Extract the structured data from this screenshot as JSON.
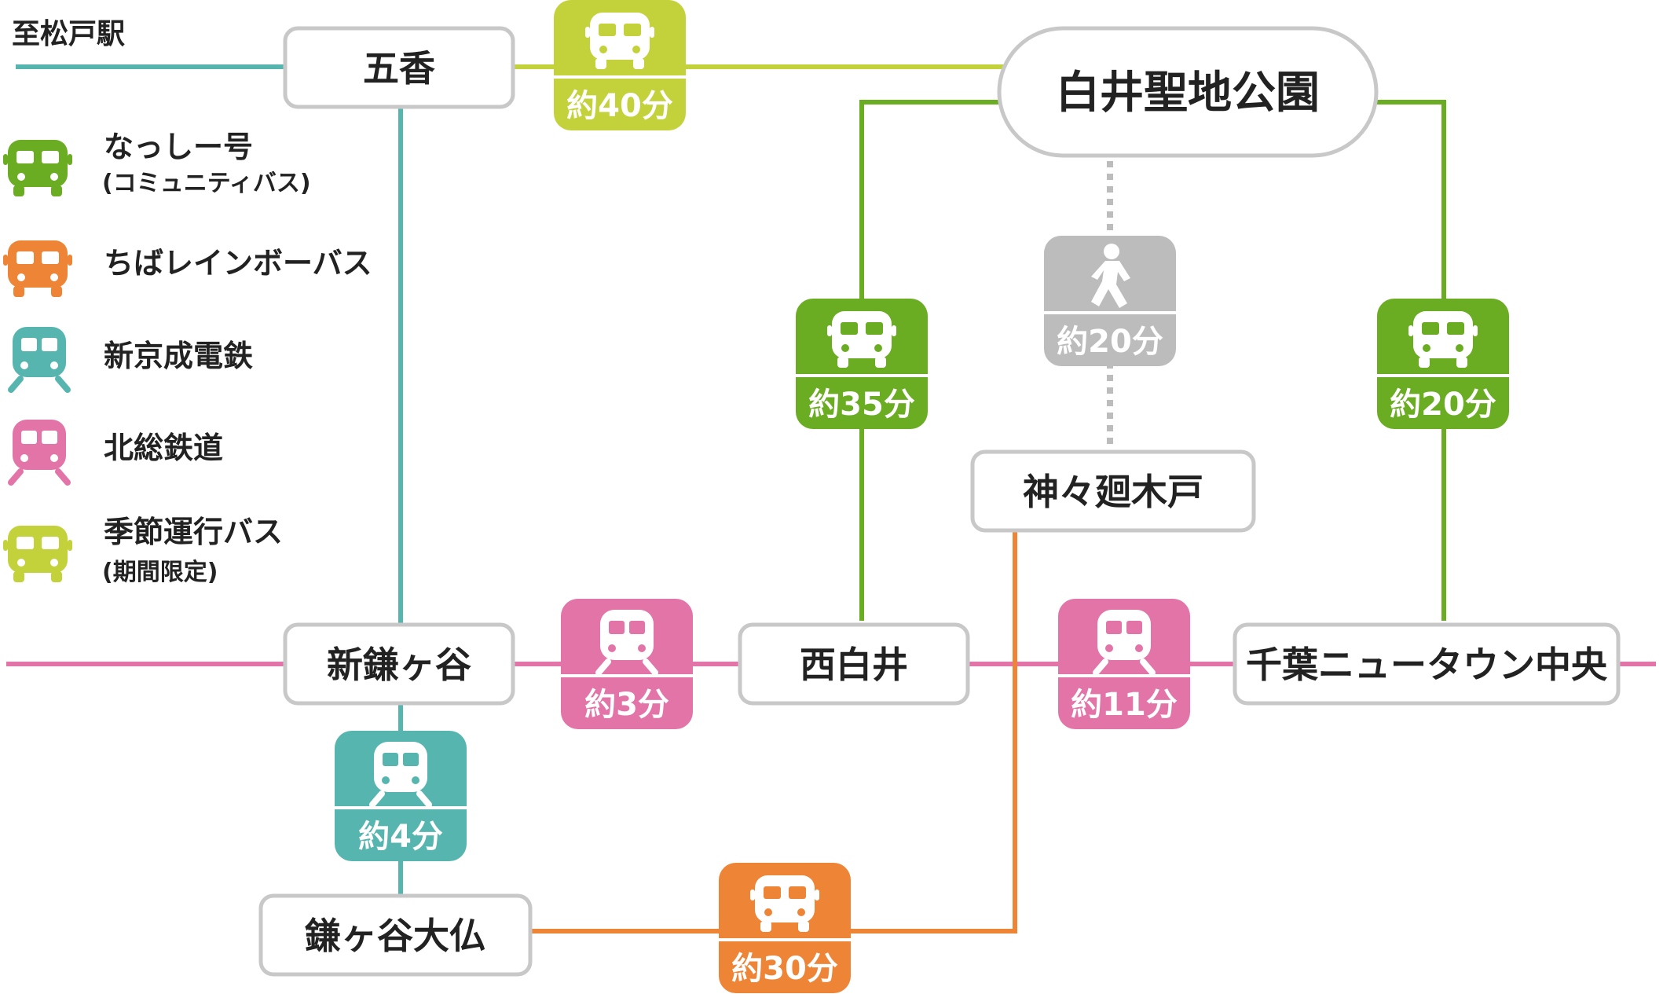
{
  "colors": {
    "nasshi_bus": "#6aac22",
    "rainbow_bus": "#ee8436",
    "shinkeisei": "#57b5b0",
    "hokuso": "#e274a8",
    "seasonal_bus": "#c3d23b",
    "walk": "#bcbcbc",
    "station_border": "#c8c8c8",
    "text": "#222222"
  },
  "direction_label": "至松戸駅",
  "legend": [
    {
      "label": "なっしー号",
      "sub": "(コミュニティバス)",
      "color": "#6aac22",
      "icon": "bus-icon"
    },
    {
      "label": "ちばレインボーバス",
      "sub": "",
      "color": "#ee8436",
      "icon": "bus-icon"
    },
    {
      "label": "新京成電鉄",
      "sub": "",
      "color": "#57b5b0",
      "icon": "train-icon"
    },
    {
      "label": "北総鉄道",
      "sub": "",
      "color": "#e274a8",
      "icon": "train-icon"
    },
    {
      "label": "季節運行バス",
      "sub": "(期間限定)",
      "color": "#c3d23b",
      "icon": "bus-icon"
    }
  ],
  "stations": {
    "goka": "五香",
    "shiroi_seichi": "白井聖地公園",
    "jinjin": "神々廻木戸",
    "shinkamagaya": "新鎌ヶ谷",
    "nishishiroi": "西白井",
    "chiba_nt": "千葉ニュータウン中央",
    "kamagaya_daibutsu": "鎌ヶ谷大仏"
  },
  "badges": [
    {
      "id": "seasonal",
      "time": "約40分",
      "color": "#c3d23b",
      "icon": "bus-icon"
    },
    {
      "id": "nasshi-west",
      "time": "約35分",
      "color": "#6aac22",
      "icon": "bus-icon"
    },
    {
      "id": "walk",
      "time": "約20分",
      "color": "#bcbcbc",
      "icon": "walk-icon"
    },
    {
      "id": "nasshi-east",
      "time": "約20分",
      "color": "#6aac22",
      "icon": "bus-icon"
    },
    {
      "id": "hokuso-1",
      "time": "約3分",
      "color": "#e274a8",
      "icon": "train-icon"
    },
    {
      "id": "hokuso-2",
      "time": "約11分",
      "color": "#e274a8",
      "icon": "train-icon"
    },
    {
      "id": "shinkeisei",
      "time": "約4分",
      "color": "#57b5b0",
      "icon": "train-icon"
    },
    {
      "id": "rainbow",
      "time": "約30分",
      "color": "#ee8436",
      "icon": "bus-icon"
    }
  ]
}
